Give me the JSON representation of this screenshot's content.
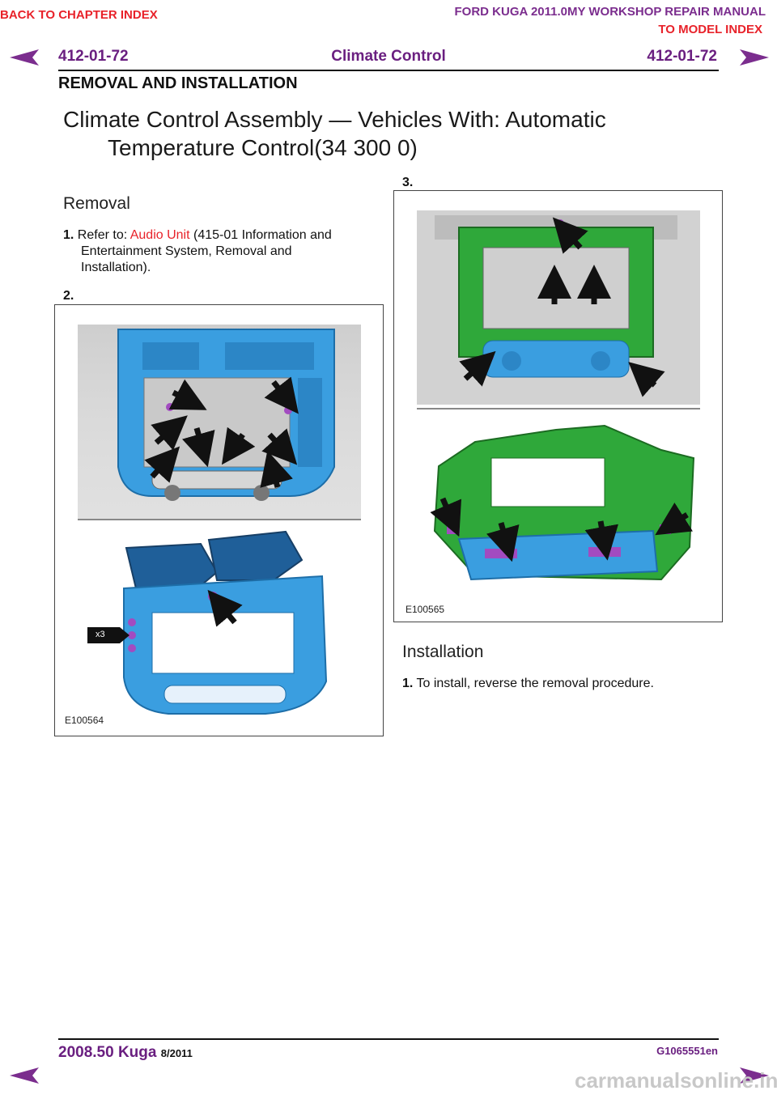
{
  "nav": {
    "back_chapter": "BACK TO CHAPTER INDEX",
    "manual_title": "FORD KUGA 2011.0MY WORKSHOP REPAIR MANUAL",
    "model_index": "TO MODEL INDEX"
  },
  "header": {
    "page_left": "412-01-72",
    "section": "Climate Control",
    "page_right": "412-01-72",
    "category": "REMOVAL AND INSTALLATION"
  },
  "title_line1": "Climate Control Assembly — Vehicles With: Automatic",
  "title_line2": "Temperature Control(34 300 0)",
  "removal": {
    "heading": "Removal",
    "step1_num": "1.",
    "step1_prefix": "Refer to: ",
    "step1_link": "Audio Unit",
    "step1_suffix": " (415-01 Information and",
    "step1_line2": "Entertainment System, Removal and",
    "step1_line3": "Installation).",
    "step2_num": "2.",
    "step3_num": "3."
  },
  "figures": {
    "fig2_id": "E100564",
    "fig2_callout": "x3",
    "fig3_id": "E100565"
  },
  "installation": {
    "heading": "Installation",
    "step1_num": "1.",
    "step1_text": "To install, reverse the removal procedure."
  },
  "footer": {
    "model": "2008.50 Kuga",
    "date": "8/2011",
    "doc_id": "G1065551en",
    "watermark": "carmanualsonline.info"
  },
  "colors": {
    "nav_red": "#e8222a",
    "nav_purple": "#7b2d8e",
    "header_purple": "#6a1f80",
    "part_blue": "#3a9ee0",
    "part_green": "#2fa83a",
    "fastener_purple": "#a24bc0"
  }
}
